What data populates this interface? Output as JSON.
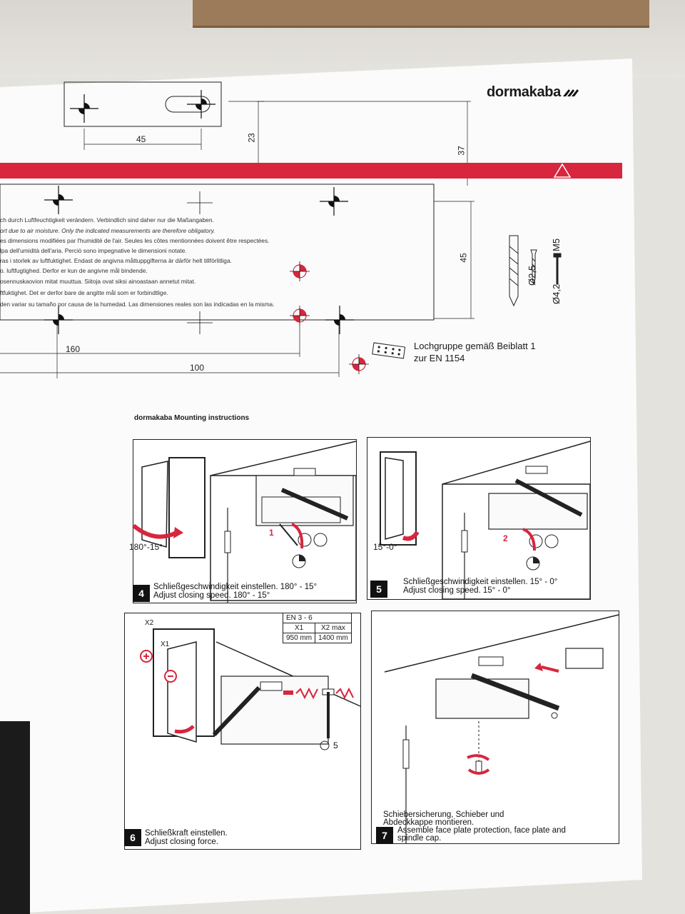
{
  "header": {
    "brand": "dormakaba"
  },
  "drawing": {
    "dims": {
      "d45_top": "45",
      "d23": "23",
      "d37": "37",
      "d45_side": "45",
      "d160": "160",
      "d100": "100"
    },
    "notes": [
      "ch durch Luftfeuchtigkeit verändern. Verbindlich sind daher nur die Maßangaben.",
      "ort due to air moisture. Only the indicated measurements are therefore obligatory.",
      "es dimensions modifiées par l'humidité de l'air. Seules les côtes mentionnées doivent être respectées.",
      "lpa dell'umidità dell'aria. Perciò sono impegnative le dimensioni notate.",
      "ras i storlek av luftfuktighet. Endast de angivna måttuppgifterna är därför helt tillförlitliga.",
      "o. luftfugtighed. Derfor er kun de angivne mål bindende.",
      "osennuskaovion mitat muuttua. Siitoja ovat siksi ainoastaan annetut mitat.",
      "ftfuktighet. Det er derfor bare de angitte mål som er forbindtlige.",
      "den variar su tamaño por causa de la humedad. Las dimensiones reales son las indicadas en la misma."
    ],
    "tools": {
      "drill": "Ø2,5",
      "screw": "Ø4,2",
      "thread": "M5"
    },
    "hole_group": {
      "line1": "Lochgruppe gemäß Beiblatt 1",
      "line2": "zur EN 1154"
    }
  },
  "instructions": {
    "title": "dormakaba Mounting instructions",
    "steps": [
      {
        "num": "4",
        "de": "Schließgeschwindigkeit einstellen. 180° - 15°",
        "en": "Adjust closing speed. 180° - 15°",
        "angle": "180°-15°",
        "valve": "1"
      },
      {
        "num": "5",
        "de": "Schließgeschwindigkeit einstellen. 15° - 0°",
        "en": "Adjust closing speed. 15° - 0°",
        "angle": "15°-0°",
        "valve": "2"
      },
      {
        "num": "6",
        "de": "Schließkraft einstellen.",
        "en": "Adjust closing force.",
        "x2": "X2",
        "x1": "X1",
        "size": "5"
      },
      {
        "num": "7",
        "de1": "Schiebersicherung, Schieber und",
        "de2": "Abdeckkappe montieren.",
        "en1": "Assemble face plate protection, face plate and",
        "en2": "spindle cap."
      }
    ],
    "en_table": {
      "title": "EN 3 - 6",
      "col1": "X1",
      "col2": "X2 max",
      "val1": "950 mm",
      "val2": "1400 mm"
    }
  },
  "colors": {
    "red": "#d7263d",
    "paper": "#fbfbfb",
    "cardboard": "#9c7b5a"
  }
}
